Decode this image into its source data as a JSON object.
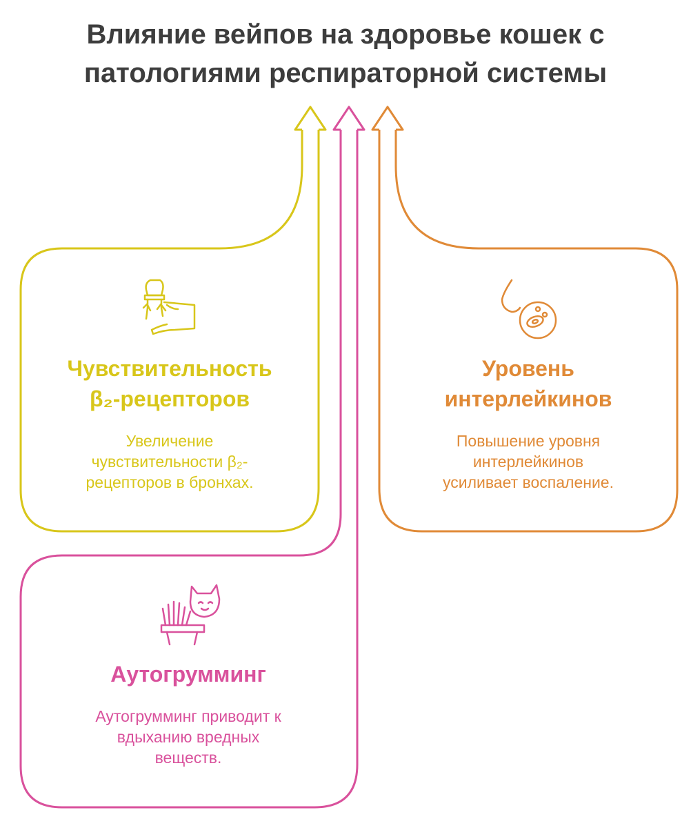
{
  "title": {
    "line1": "Влияние вейпов на здоровье кошек с",
    "line2": "патологиями респираторной системы"
  },
  "colors": {
    "yellow": "#d8c61a",
    "orange": "#e08a37",
    "pink": "#d9519c",
    "title": "#3d3d3d"
  },
  "cards": {
    "receptors": {
      "icon": "lungs-hand-icon",
      "title_line1": "Чувствительность",
      "title_line2": "β₂-рецепторов",
      "desc_line1": "Увеличение",
      "desc_line2": "чувствительности β₂-",
      "desc_line3": "рецепторов в бронхах."
    },
    "interleukins": {
      "icon": "cell-drop-icon",
      "title_line1": "Уровень",
      "title_line2": "интерлейкинов",
      "desc_line1": "Повышение уровня",
      "desc_line2": "интерлейкинов",
      "desc_line3": "усиливает воспаление."
    },
    "grooming": {
      "icon": "cat-brush-icon",
      "title_line1": "Аутогрумминг",
      "desc_line1": "Аутогрумминг приводит к",
      "desc_line2": "вдыханию вредных",
      "desc_line3": "веществ."
    }
  }
}
